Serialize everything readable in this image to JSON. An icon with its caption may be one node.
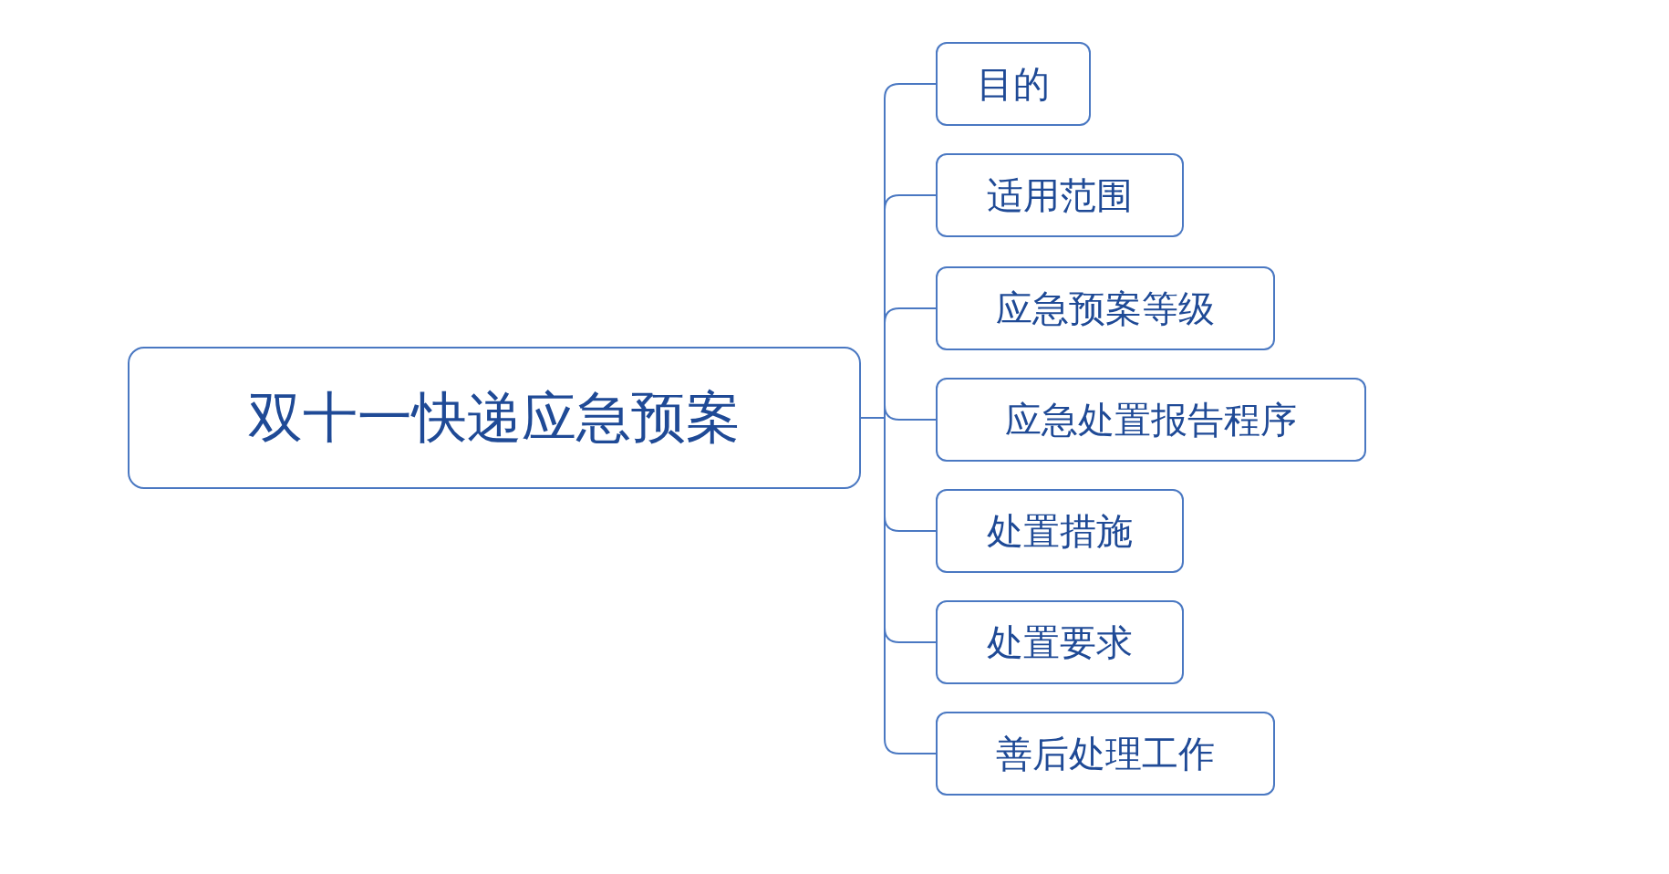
{
  "diagram": {
    "nodes": [
      {
        "text": [
          "双十一快递应急预案"
        ]
      },
      {
        "text": [
          "目的"
        ]
      },
      {
        "text": [
          "适用范围"
        ]
      },
      {
        "text": [
          "应急预案等级"
        ]
      },
      {
        "text": [
          "应急处置报告程序"
        ]
      },
      {
        "text": [
          "处置措施"
        ]
      },
      {
        "text": [
          "处置要求"
        ]
      },
      {
        "text": [
          "善后处理工作"
        ]
      }
    ],
    "edges": [
      {
        "from": 0,
        "to": 1,
        "arrow": "none"
      },
      {
        "from": 0,
        "to": 2,
        "arrow": "none"
      },
      {
        "from": 0,
        "to": 3,
        "arrow": "none"
      },
      {
        "from": 0,
        "to": 4,
        "arrow": "none"
      },
      {
        "from": 0,
        "to": 5,
        "arrow": "none"
      },
      {
        "from": 0,
        "to": 6,
        "arrow": "none"
      },
      {
        "from": 0,
        "to": 7,
        "arrow": "none"
      }
    ]
  }
}
